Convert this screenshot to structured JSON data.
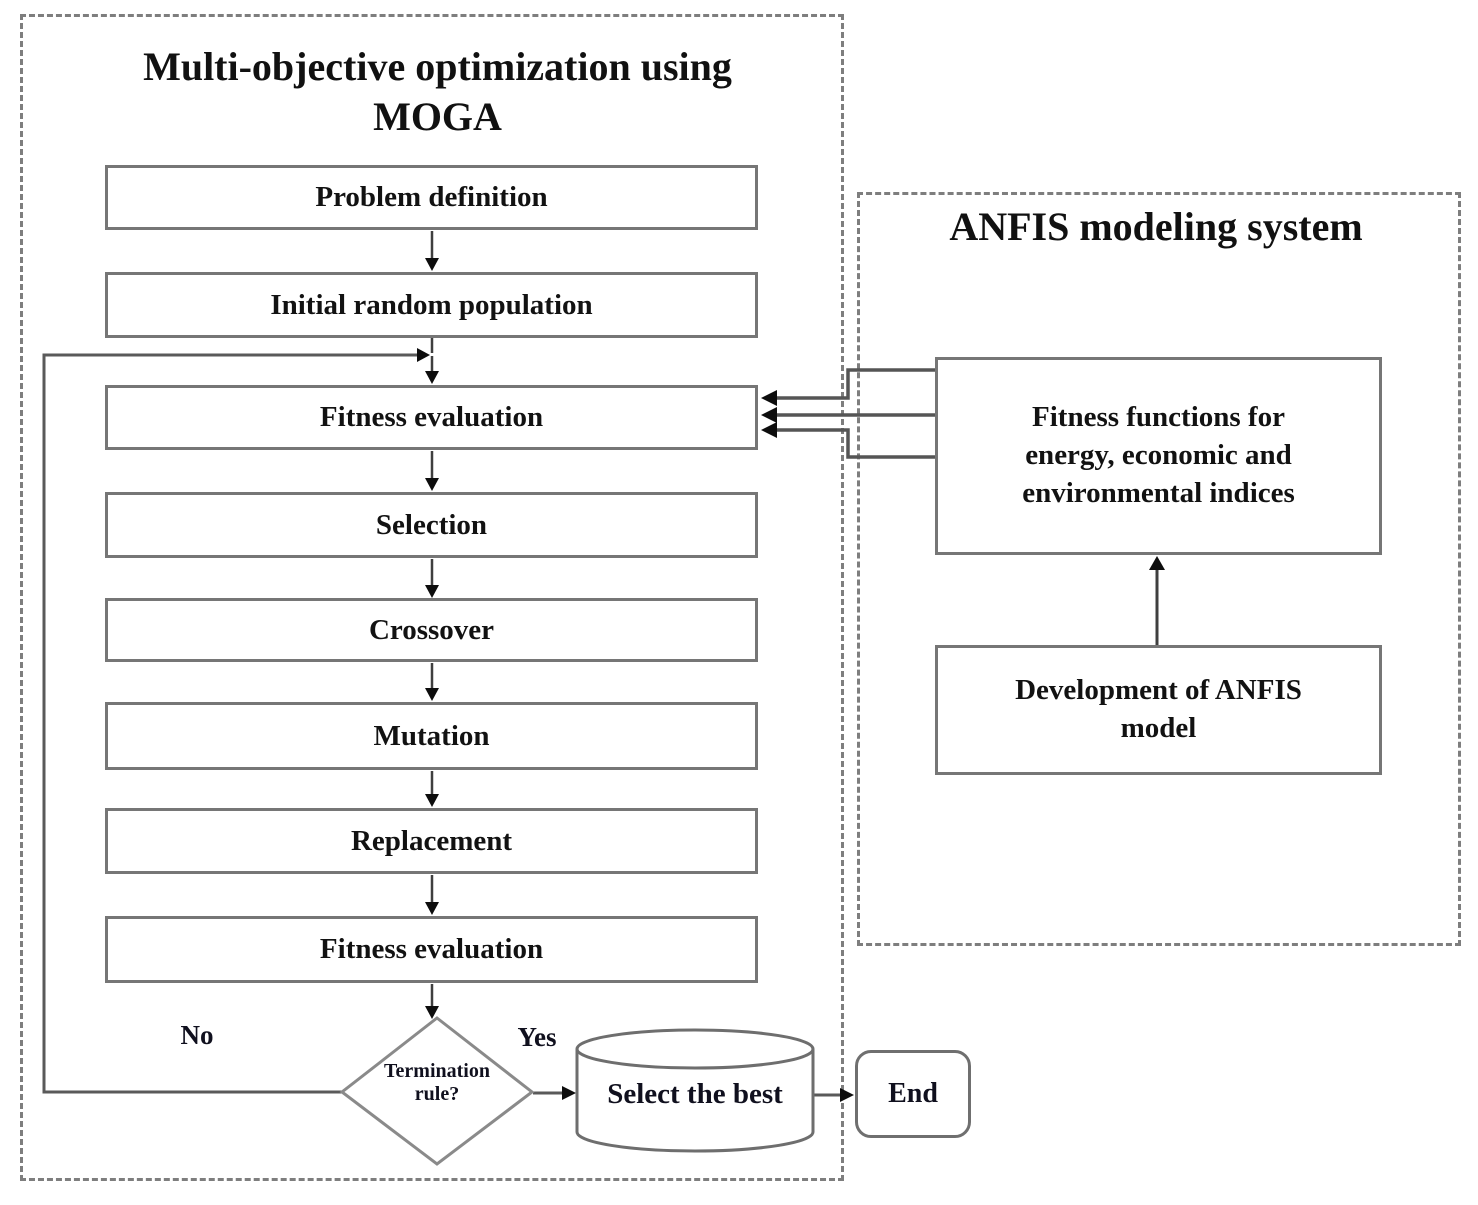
{
  "diagram": {
    "moga": {
      "title": "Multi-objective optimization using\nMOGA",
      "steps": [
        "Problem definition",
        "Initial random population",
        "Fitness evaluation",
        "Selection",
        "Crossover",
        "Mutation",
        "Replacement",
        "Fitness evaluation"
      ],
      "decision": "Termination\nrule?",
      "decision_no": "No",
      "decision_yes": "Yes",
      "select_best": "Select the best",
      "end": "End"
    },
    "anfis": {
      "title": "ANFIS modeling system",
      "fitness_functions": "Fitness functions for\nenergy, economic and\nenvironmental indices",
      "development": "Development of ANFIS\nmodel"
    },
    "colors": {
      "box_border": "#767676",
      "dashed_border": "#7e7e7e",
      "connector_line": "#4b4b4b",
      "arrowhead": "#0d0d0d",
      "text": "#151515"
    }
  }
}
